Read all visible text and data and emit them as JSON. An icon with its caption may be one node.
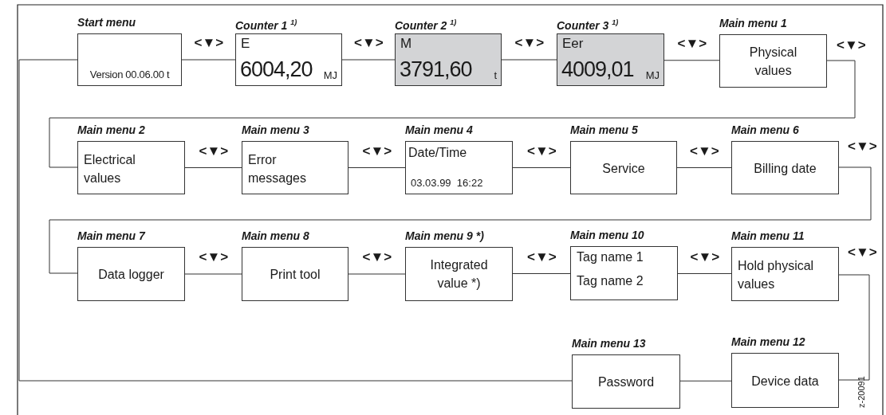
{
  "diagram": {
    "nodes": [
      {
        "text": [
          "Start menu",
          "Version 00.06.00 t"
        ]
      },
      {
        "text": [
          "Counter 1 $^{1)}$",
          "E",
          "6004,20",
          "MJ"
        ]
      },
      {
        "text": [
          "Counter 2 $^{1)}$",
          "M",
          "3791,60",
          "t"
        ]
      },
      {
        "text": [
          "Counter 3 $^{1)}$",
          "Eer",
          "4009,01",
          "MJ"
        ]
      },
      {
        "text": [
          "Main menu 1",
          "Physical values"
        ]
      },
      {
        "text": [
          "Main menu 2",
          "Electrical values"
        ]
      },
      {
        "text": [
          "Main menu 3",
          "Error messages"
        ]
      },
      {
        "text": [
          "Main menu 4",
          "Date/Time",
          "03.03.99  16:22"
        ]
      },
      {
        "text": [
          "Main menu 5",
          "Service"
        ]
      },
      {
        "text": [
          "Main menu 6",
          "Billing date"
        ]
      },
      {
        "text": [
          "Main menu 7",
          "Data logger"
        ]
      },
      {
        "text": [
          "Main menu 8",
          "Print tool"
        ]
      },
      {
        "text": [
          "Main menu 9 *)",
          "Integrated value *)"
        ]
      },
      {
        "text": [
          "Main menu 10",
          "Tag name 1",
          "Tag name 2"
        ]
      },
      {
        "text": [
          "Main menu 11",
          "Hold physical values"
        ]
      },
      {
        "text": [
          "Main menu 12",
          "Device data"
        ]
      },
      {
        "text": [
          "Main menu 13",
          "Password"
        ]
      }
    ],
    "edges": [
      {
        "from": 0,
        "to": 1,
        "arrow": "none",
        "label": "<▼>"
      },
      {
        "from": 1,
        "to": 2,
        "arrow": "none",
        "label": "<▼>"
      },
      {
        "from": 2,
        "to": 3,
        "arrow": "none",
        "label": "<▼>"
      },
      {
        "from": 3,
        "to": 4,
        "arrow": "none",
        "label": "<▼>"
      },
      {
        "from": 4,
        "to": 5,
        "arrow": "none",
        "label": "<▼>"
      },
      {
        "from": 5,
        "to": 6,
        "arrow": "none",
        "label": "<▼>"
      },
      {
        "from": 6,
        "to": 7,
        "arrow": "none",
        "label": "<▼>"
      },
      {
        "from": 7,
        "to": 8,
        "arrow": "none",
        "label": "<▼>"
      },
      {
        "from": 8,
        "to": 9,
        "arrow": "none",
        "label": "<▼>"
      },
      {
        "from": 9,
        "to": 10,
        "arrow": "none",
        "label": "<▼>"
      },
      {
        "from": 10,
        "to": 11,
        "arrow": "none",
        "label": "<▼>"
      },
      {
        "from": 11,
        "to": 12,
        "arrow": "none",
        "label": "<▼>"
      },
      {
        "from": 12,
        "to": 13,
        "arrow": "none",
        "label": "<▼>"
      },
      {
        "from": 13,
        "to": 14,
        "arrow": "none",
        "label": "<▼>"
      },
      {
        "from": 14,
        "to": 15,
        "arrow": "none",
        "label": "<▼>"
      },
      {
        "from": 15,
        "to": 16,
        "arrow": "none"
      },
      {
        "from": 16,
        "to": 0,
        "arrow": "none"
      }
    ],
    "labels": [
      "z-20091"
    ]
  }
}
